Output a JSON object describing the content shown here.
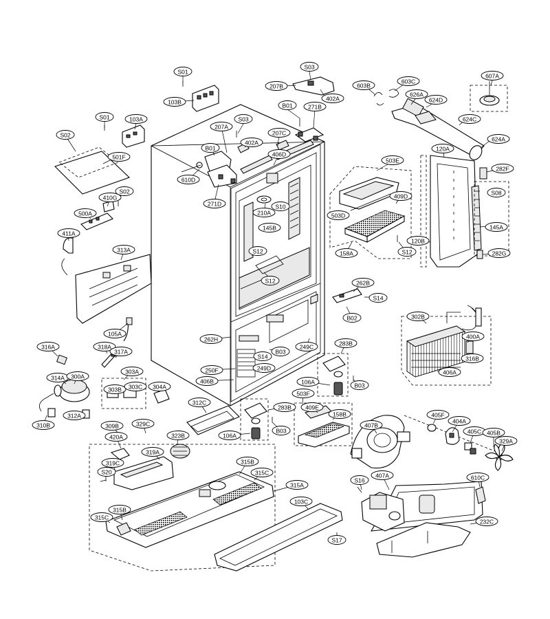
{
  "labels": [
    {
      "id": "S01a",
      "text": "S01"
    },
    {
      "id": "103B",
      "text": "103B"
    },
    {
      "id": "S03a",
      "text": "S03"
    },
    {
      "id": "207B",
      "text": "207B"
    },
    {
      "id": "402Aa",
      "text": "402A"
    },
    {
      "id": "603B",
      "text": "603B"
    },
    {
      "id": "603C",
      "text": "603C"
    },
    {
      "id": "607A",
      "text": "607A"
    },
    {
      "id": "626A",
      "text": "626A"
    },
    {
      "id": "624D",
      "text": "624D"
    },
    {
      "id": "624C",
      "text": "624C"
    },
    {
      "id": "624A",
      "text": "624A"
    },
    {
      "id": "S01b",
      "text": "S01"
    },
    {
      "id": "103A",
      "text": "103A"
    },
    {
      "id": "S02a",
      "text": "S02"
    },
    {
      "id": "501F",
      "text": "501F"
    },
    {
      "id": "207A",
      "text": "207A"
    },
    {
      "id": "S03b",
      "text": "S03"
    },
    {
      "id": "B01a",
      "text": "B01"
    },
    {
      "id": "271B",
      "text": "271B"
    },
    {
      "id": "207C",
      "text": "207C"
    },
    {
      "id": "402Ab",
      "text": "402A"
    },
    {
      "id": "B01b",
      "text": "B01"
    },
    {
      "id": "406D",
      "text": "406D"
    },
    {
      "id": "610D",
      "text": "610D"
    },
    {
      "id": "271D",
      "text": "271D"
    },
    {
      "id": "S02b",
      "text": "S02"
    },
    {
      "id": "410G",
      "text": "410G"
    },
    {
      "id": "500A",
      "text": "500A"
    },
    {
      "id": "411A",
      "text": "411A"
    },
    {
      "id": "313A",
      "text": "313A"
    },
    {
      "id": "210A",
      "text": "210A"
    },
    {
      "id": "S10",
      "text": "S10"
    },
    {
      "id": "145B",
      "text": "145B"
    },
    {
      "id": "S12a",
      "text": "S12"
    },
    {
      "id": "S12b",
      "text": "S12"
    },
    {
      "id": "503E",
      "text": "503E"
    },
    {
      "id": "503D",
      "text": "503D"
    },
    {
      "id": "409D",
      "text": "409D"
    },
    {
      "id": "158A",
      "text": "158A"
    },
    {
      "id": "S12c",
      "text": "S12"
    },
    {
      "id": "120A",
      "text": "120A"
    },
    {
      "id": "282F",
      "text": "282F"
    },
    {
      "id": "S08",
      "text": "S08"
    },
    {
      "id": "145A",
      "text": "145A"
    },
    {
      "id": "120B",
      "text": "120B"
    },
    {
      "id": "282G",
      "text": "282G"
    },
    {
      "id": "262B",
      "text": "262B"
    },
    {
      "id": "S14a",
      "text": "S14"
    },
    {
      "id": "B02",
      "text": "B02"
    },
    {
      "id": "302B",
      "text": "302B"
    },
    {
      "id": "400A",
      "text": "400A"
    },
    {
      "id": "316B",
      "text": "316B"
    },
    {
      "id": "406A",
      "text": "406A"
    },
    {
      "id": "105A",
      "text": "105A"
    },
    {
      "id": "262H",
      "text": "262H"
    },
    {
      "id": "B03a",
      "text": "B03"
    },
    {
      "id": "249C",
      "text": "249C"
    },
    {
      "id": "S14b",
      "text": "S14"
    },
    {
      "id": "283B",
      "text": "283B"
    },
    {
      "id": "316A",
      "text": "316A"
    },
    {
      "id": "318A",
      "text": "318A"
    },
    {
      "id": "317A",
      "text": "317A"
    },
    {
      "id": "250F",
      "text": "250F"
    },
    {
      "id": "249D",
      "text": "249D"
    },
    {
      "id": "406B",
      "text": "406B"
    },
    {
      "id": "B03b",
      "text": "B03"
    },
    {
      "id": "106Aa",
      "text": "106A"
    },
    {
      "id": "314A",
      "text": "314A"
    },
    {
      "id": "300A",
      "text": "300A"
    },
    {
      "id": "303A",
      "text": "303A"
    },
    {
      "id": "303B",
      "text": "303B"
    },
    {
      "id": "303C",
      "text": "303C"
    },
    {
      "id": "304A",
      "text": "304A"
    },
    {
      "id": "503F",
      "text": "503F"
    },
    {
      "id": "312C",
      "text": "312C"
    },
    {
      "id": "283B2",
      "text": "283B"
    },
    {
      "id": "409E",
      "text": "409E"
    },
    {
      "id": "158B",
      "text": "158B"
    },
    {
      "id": "312A",
      "text": "312A"
    },
    {
      "id": "310B",
      "text": "310B"
    },
    {
      "id": "309B",
      "text": "309B"
    },
    {
      "id": "329C",
      "text": "329C"
    },
    {
      "id": "420A",
      "text": "420A"
    },
    {
      "id": "323B",
      "text": "323B"
    },
    {
      "id": "B03c",
      "text": "B03"
    },
    {
      "id": "106Ab",
      "text": "106A"
    },
    {
      "id": "407B",
      "text": "407B"
    },
    {
      "id": "405F",
      "text": "405F"
    },
    {
      "id": "404A",
      "text": "404A"
    },
    {
      "id": "405C",
      "text": "405C"
    },
    {
      "id": "405B",
      "text": "405B"
    },
    {
      "id": "329A",
      "text": "329A"
    },
    {
      "id": "319A",
      "text": "319A"
    },
    {
      "id": "319C",
      "text": "319C"
    },
    {
      "id": "S20",
      "text": "S20"
    },
    {
      "id": "315B",
      "text": "315B"
    },
    {
      "id": "315C",
      "text": "315C"
    },
    {
      "id": "315A",
      "text": "315A"
    },
    {
      "id": "S16",
      "text": "S16"
    },
    {
      "id": "407A",
      "text": "407A"
    },
    {
      "id": "610C",
      "text": "610C"
    },
    {
      "id": "315Cb",
      "text": "315C"
    },
    {
      "id": "315Bb",
      "text": "315B"
    },
    {
      "id": "103C",
      "text": "103C"
    },
    {
      "id": "232C",
      "text": "232C"
    },
    {
      "id": "S17",
      "text": "S17"
    }
  ]
}
